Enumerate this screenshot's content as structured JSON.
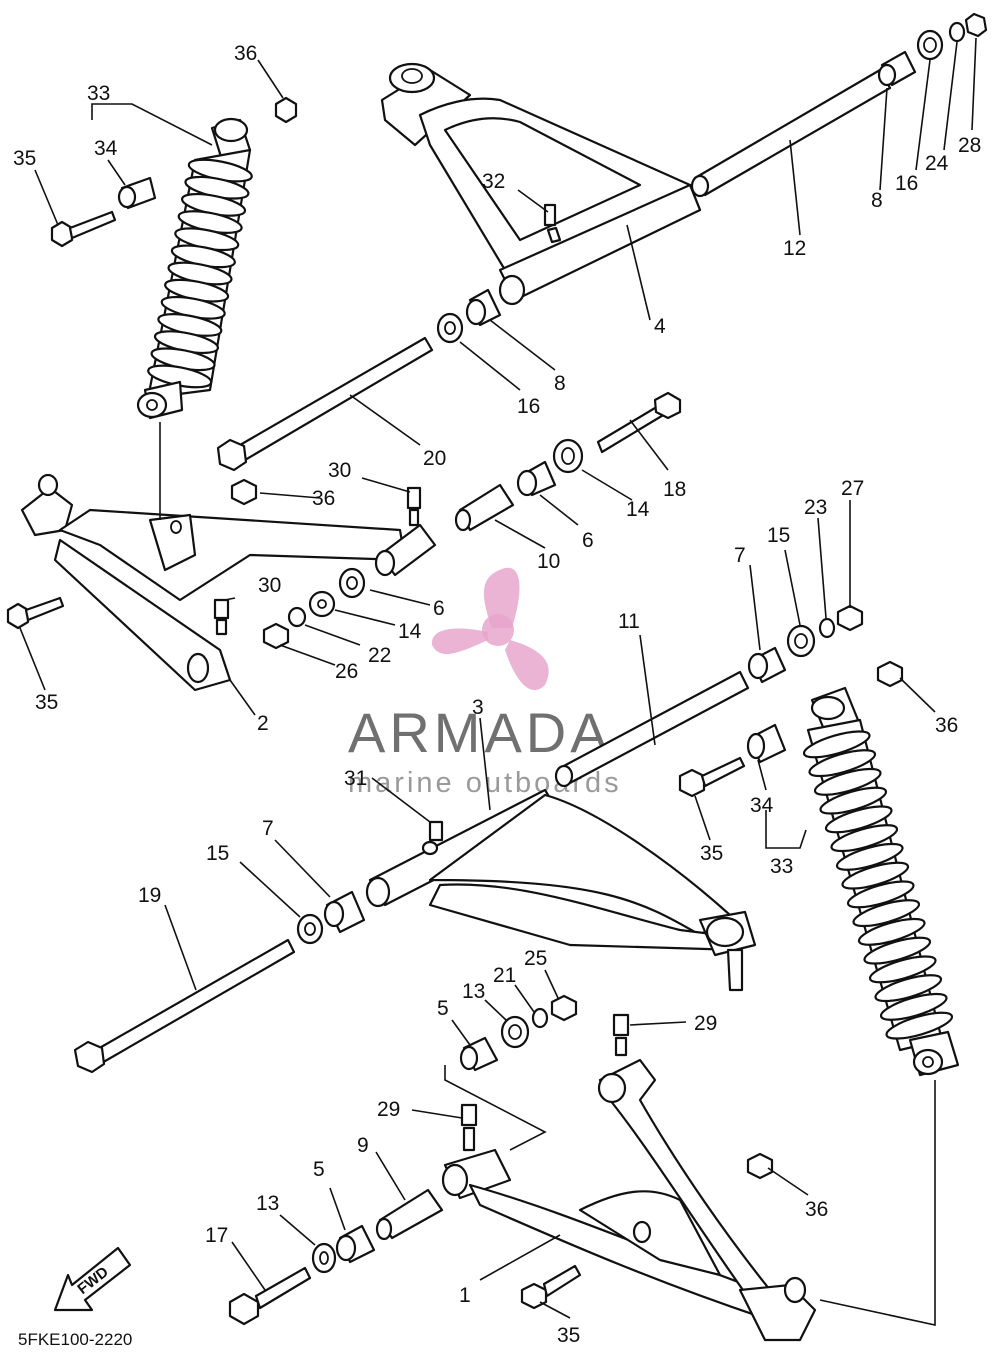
{
  "diagram_code": "5FKE100-2220",
  "watermark": {
    "brand": "ARMADA",
    "tagline": "marine outboards",
    "logo_color": "#e8a6cc"
  },
  "fwd_label": "FWD",
  "callouts": [
    {
      "id": "c36a",
      "text": "36"
    },
    {
      "id": "c33a",
      "text": "33"
    },
    {
      "id": "c34a",
      "text": "34"
    },
    {
      "id": "c35a",
      "text": "35"
    },
    {
      "id": "c32",
      "text": "32"
    },
    {
      "id": "c4",
      "text": "4"
    },
    {
      "id": "c12",
      "text": "12"
    },
    {
      "id": "c8a",
      "text": "8"
    },
    {
      "id": "c16a",
      "text": "16"
    },
    {
      "id": "c24",
      "text": "24"
    },
    {
      "id": "c28",
      "text": "28"
    },
    {
      "id": "c8b",
      "text": "8"
    },
    {
      "id": "c16b",
      "text": "16"
    },
    {
      "id": "c20",
      "text": "20"
    },
    {
      "id": "c30a",
      "text": "30"
    },
    {
      "id": "c36b",
      "text": "36"
    },
    {
      "id": "c18",
      "text": "18"
    },
    {
      "id": "c14a",
      "text": "14"
    },
    {
      "id": "c6a",
      "text": "6"
    },
    {
      "id": "c10",
      "text": "10"
    },
    {
      "id": "c27",
      "text": "27"
    },
    {
      "id": "c23",
      "text": "23"
    },
    {
      "id": "c15a",
      "text": "15"
    },
    {
      "id": "c7a",
      "text": "7"
    },
    {
      "id": "c6b",
      "text": "6"
    },
    {
      "id": "c14b",
      "text": "14"
    },
    {
      "id": "c22",
      "text": "22"
    },
    {
      "id": "c26",
      "text": "26"
    },
    {
      "id": "c30b",
      "text": "30"
    },
    {
      "id": "c35b",
      "text": "35"
    },
    {
      "id": "c2",
      "text": "2"
    },
    {
      "id": "c11",
      "text": "11"
    },
    {
      "id": "c3",
      "text": "3"
    },
    {
      "id": "c36c",
      "text": "36"
    },
    {
      "id": "c31",
      "text": "31"
    },
    {
      "id": "c34b",
      "text": "34"
    },
    {
      "id": "c35c",
      "text": "35"
    },
    {
      "id": "c33b",
      "text": "33"
    },
    {
      "id": "c7b",
      "text": "7"
    },
    {
      "id": "c15b",
      "text": "15"
    },
    {
      "id": "c19",
      "text": "19"
    },
    {
      "id": "c25",
      "text": "25"
    },
    {
      "id": "c21",
      "text": "21"
    },
    {
      "id": "c13a",
      "text": "13"
    },
    {
      "id": "c5a",
      "text": "5"
    },
    {
      "id": "c29a",
      "text": "29"
    },
    {
      "id": "c29b",
      "text": "29"
    },
    {
      "id": "c9",
      "text": "9"
    },
    {
      "id": "c5b",
      "text": "5"
    },
    {
      "id": "c13b",
      "text": "13"
    },
    {
      "id": "c17",
      "text": "17"
    },
    {
      "id": "c1",
      "text": "1"
    },
    {
      "id": "c36d",
      "text": "36"
    },
    {
      "id": "c35d",
      "text": "35"
    }
  ]
}
